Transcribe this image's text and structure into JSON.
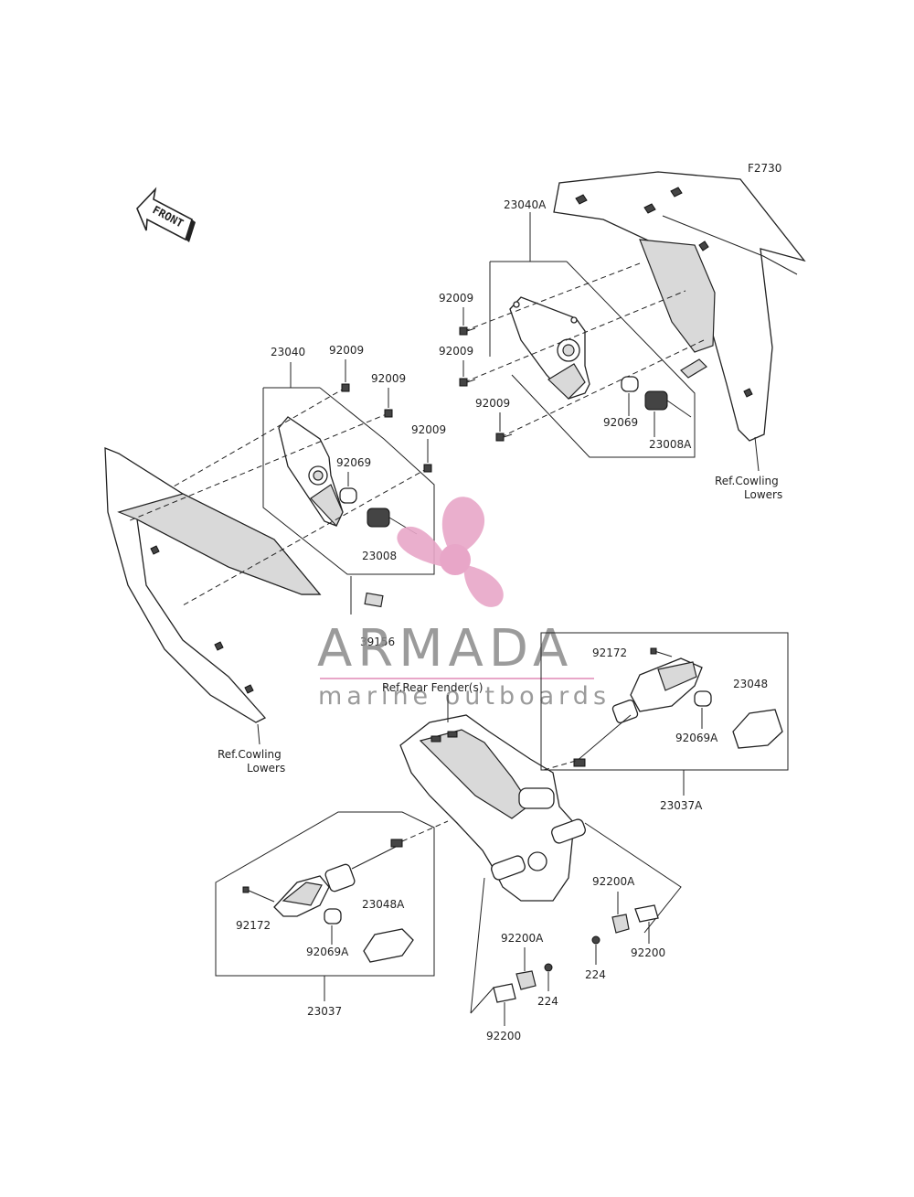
{
  "figure_code": "F2730",
  "front_label": "FRONT",
  "watermark": {
    "brand": "ARMADA",
    "tagline": "marine outboards",
    "logo_color": "#e8a6c8",
    "text_color": "#8a8a8a"
  },
  "refs": {
    "cowling_right_line1": "Ref.Cowling",
    "cowling_right_line2": "Lowers",
    "cowling_left_line1": "Ref.Cowling",
    "cowling_left_line2": "Lowers",
    "rear_fender": "Ref.Rear Fender(s)"
  },
  "callouts": {
    "p23040A": "23040A",
    "p92009_a": "92009",
    "p92009_b": "92009",
    "p92009_c": "92009",
    "p92069_r": "92069",
    "p23008A": "23008A",
    "p23040": "23040",
    "p92009_d": "92009",
    "p92009_e": "92009",
    "p92009_f": "92009",
    "p92069_l": "92069",
    "p23008": "23008",
    "p39156": "39156",
    "p92172_r": "92172",
    "p23048": "23048",
    "p92069A_r": "92069A",
    "p23037A": "23037A",
    "p92172_l": "92172",
    "p23048A": "23048A",
    "p92069A_l": "92069A",
    "p23037": "23037",
    "p92200A_r": "92200A",
    "p224_r": "224",
    "p92200_r": "92200",
    "p92200A_l": "92200A",
    "p224_l": "224",
    "p92200_l": "92200"
  }
}
